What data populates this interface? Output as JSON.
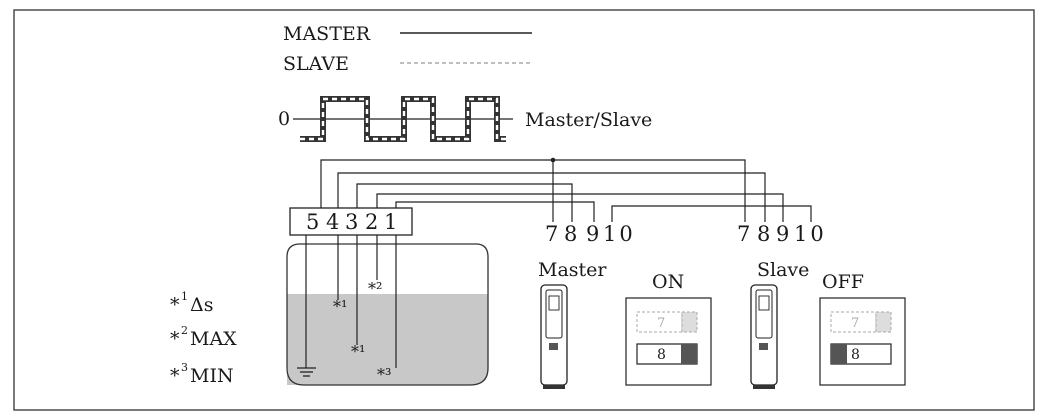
{
  "legend": {
    "master_label": "MASTER",
    "slave_label": "SLAVE"
  },
  "signal": {
    "zero_label": "0",
    "label": "Master/Slave"
  },
  "terminal_block": {
    "labels": [
      "5",
      "4",
      "3",
      "2",
      "1"
    ]
  },
  "terminals": {
    "master": [
      "7",
      "8",
      "9",
      "10"
    ],
    "slave": [
      "7",
      "8",
      "9",
      "10"
    ]
  },
  "devices": {
    "master_label": "Master",
    "slave_label": "Slave",
    "master_switch_state": "ON",
    "slave_switch_state": "OFF",
    "switch_top_number": "7",
    "switch_bottom_number": "8"
  },
  "probe_markers": {
    "probe1_label": "*¹",
    "probe2_label": "*²",
    "probe3_label": "*³"
  },
  "key": [
    {
      "mark": "*",
      "sup": "1",
      "text": "Δs"
    },
    {
      "mark": "*",
      "sup": "2",
      "text": "MAX"
    },
    {
      "mark": "*",
      "sup": "3",
      "text": "MIN"
    }
  ],
  "colors": {
    "liquid": "#c8c8c8",
    "line": "#222222",
    "slave_line": "#999999",
    "switch_fill": "#555555"
  }
}
